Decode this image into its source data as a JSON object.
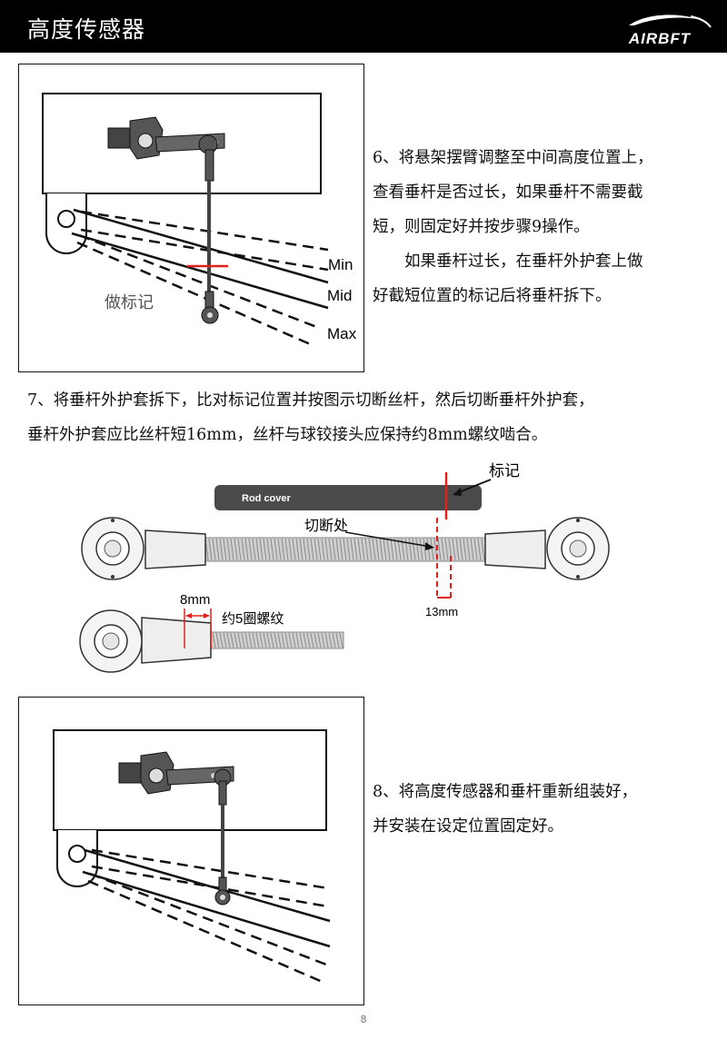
{
  "header": {
    "title": "高度传感器",
    "logo_text": "AIRBFT"
  },
  "figure1": {
    "labels": {
      "min": "Min",
      "mid": "Mid",
      "max": "Max",
      "mark": "做标记"
    }
  },
  "step6": {
    "line1": "6、将悬架摆臂调整至中间高度位置上，",
    "line2": "查看垂杆是否过长，如果垂杆不需要截",
    "line3": "短，则固定好并按步骤9操作。",
    "line4": "如果垂杆过长，在垂杆外护套上做",
    "line5": "好截短位置的标记后将垂杆拆下。"
  },
  "step7": {
    "line1": "7、将垂杆外护套拆下，比对标记位置并按图示切断丝杆，然后切断垂杆外护套，",
    "line2": "垂杆外护套应比丝杆短16mm，丝杆与球铰接头应保持约8mm螺纹啮合。"
  },
  "figure2": {
    "labels": {
      "rod_cover": "Rod cover",
      "mark": "标记",
      "cut_point": "切断处",
      "dim_13": "13mm",
      "dim_8": "8mm",
      "threads": "约5圈螺纹"
    }
  },
  "step8": {
    "line1": "8、将高度传感器和垂杆重新组装好，",
    "line2": "并安装在设定位置固定好。"
  },
  "footer": {
    "page_number": "8"
  },
  "colors": {
    "header_bg": "#000000",
    "mark_red": "#e0201b",
    "rod_cover": "#4a4a4a"
  }
}
